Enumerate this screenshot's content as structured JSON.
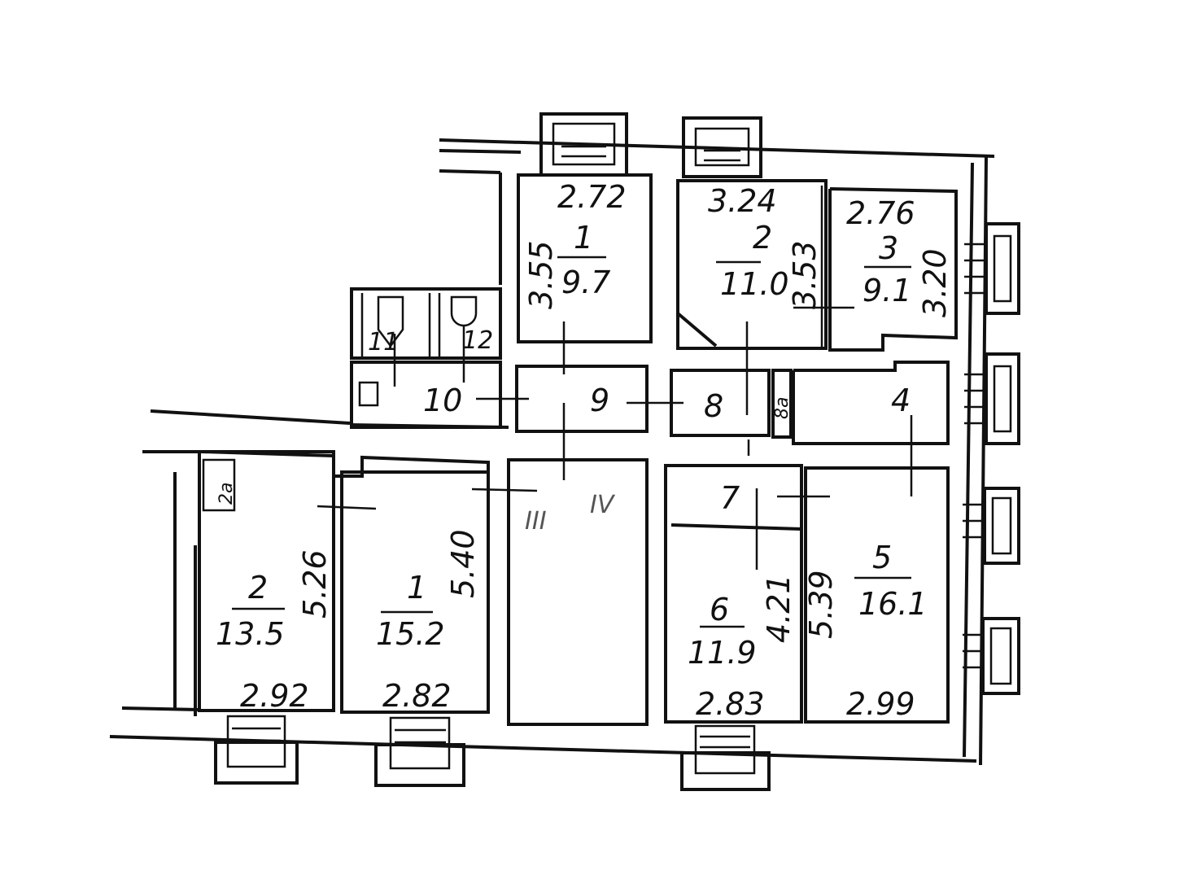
{
  "plan": {
    "top_rooms": [
      {
        "number": "1",
        "area": "9.7",
        "width": "2.72",
        "length": "3.55"
      },
      {
        "number": "2",
        "area": "11.0",
        "width": "3.24",
        "length": "3.53"
      },
      {
        "number": "3",
        "area": "9.1",
        "width": "2.76",
        "length": "3.20"
      }
    ],
    "corridor_rooms": [
      "11",
      "12",
      "10",
      "9",
      "8",
      "8a",
      "4"
    ],
    "bottom_rooms": [
      {
        "number": "2",
        "area": "13.5",
        "width": "2.92",
        "length": "5.26"
      },
      {
        "number": "1",
        "area": "15.2",
        "width": "2.82",
        "length": "5.40"
      },
      {
        "number": "6",
        "area": "11.9",
        "width": "2.83",
        "length": "4.21"
      },
      {
        "number": "5",
        "area": "16.1",
        "width": "2.99",
        "length": "5.39"
      }
    ],
    "small_labels": {
      "room_7": "7",
      "closet_2a": "2a",
      "stair_3": "III",
      "stair_4": "IV"
    }
  }
}
